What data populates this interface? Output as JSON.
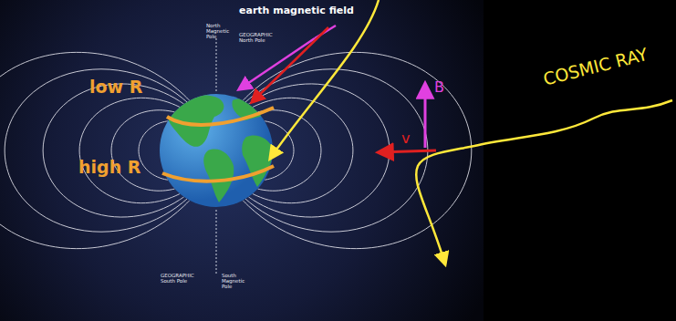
{
  "diagram": {
    "title": "earth magnetic field",
    "labels": [
      "North Magnetic Pole",
      "GEOGRAPHIC North Pole",
      "low R",
      "high R",
      "B",
      "v",
      "COSMIC RAY",
      "GEOGRAPHIC South Pole",
      "South Magnetic Pole"
    ]
  }
}
